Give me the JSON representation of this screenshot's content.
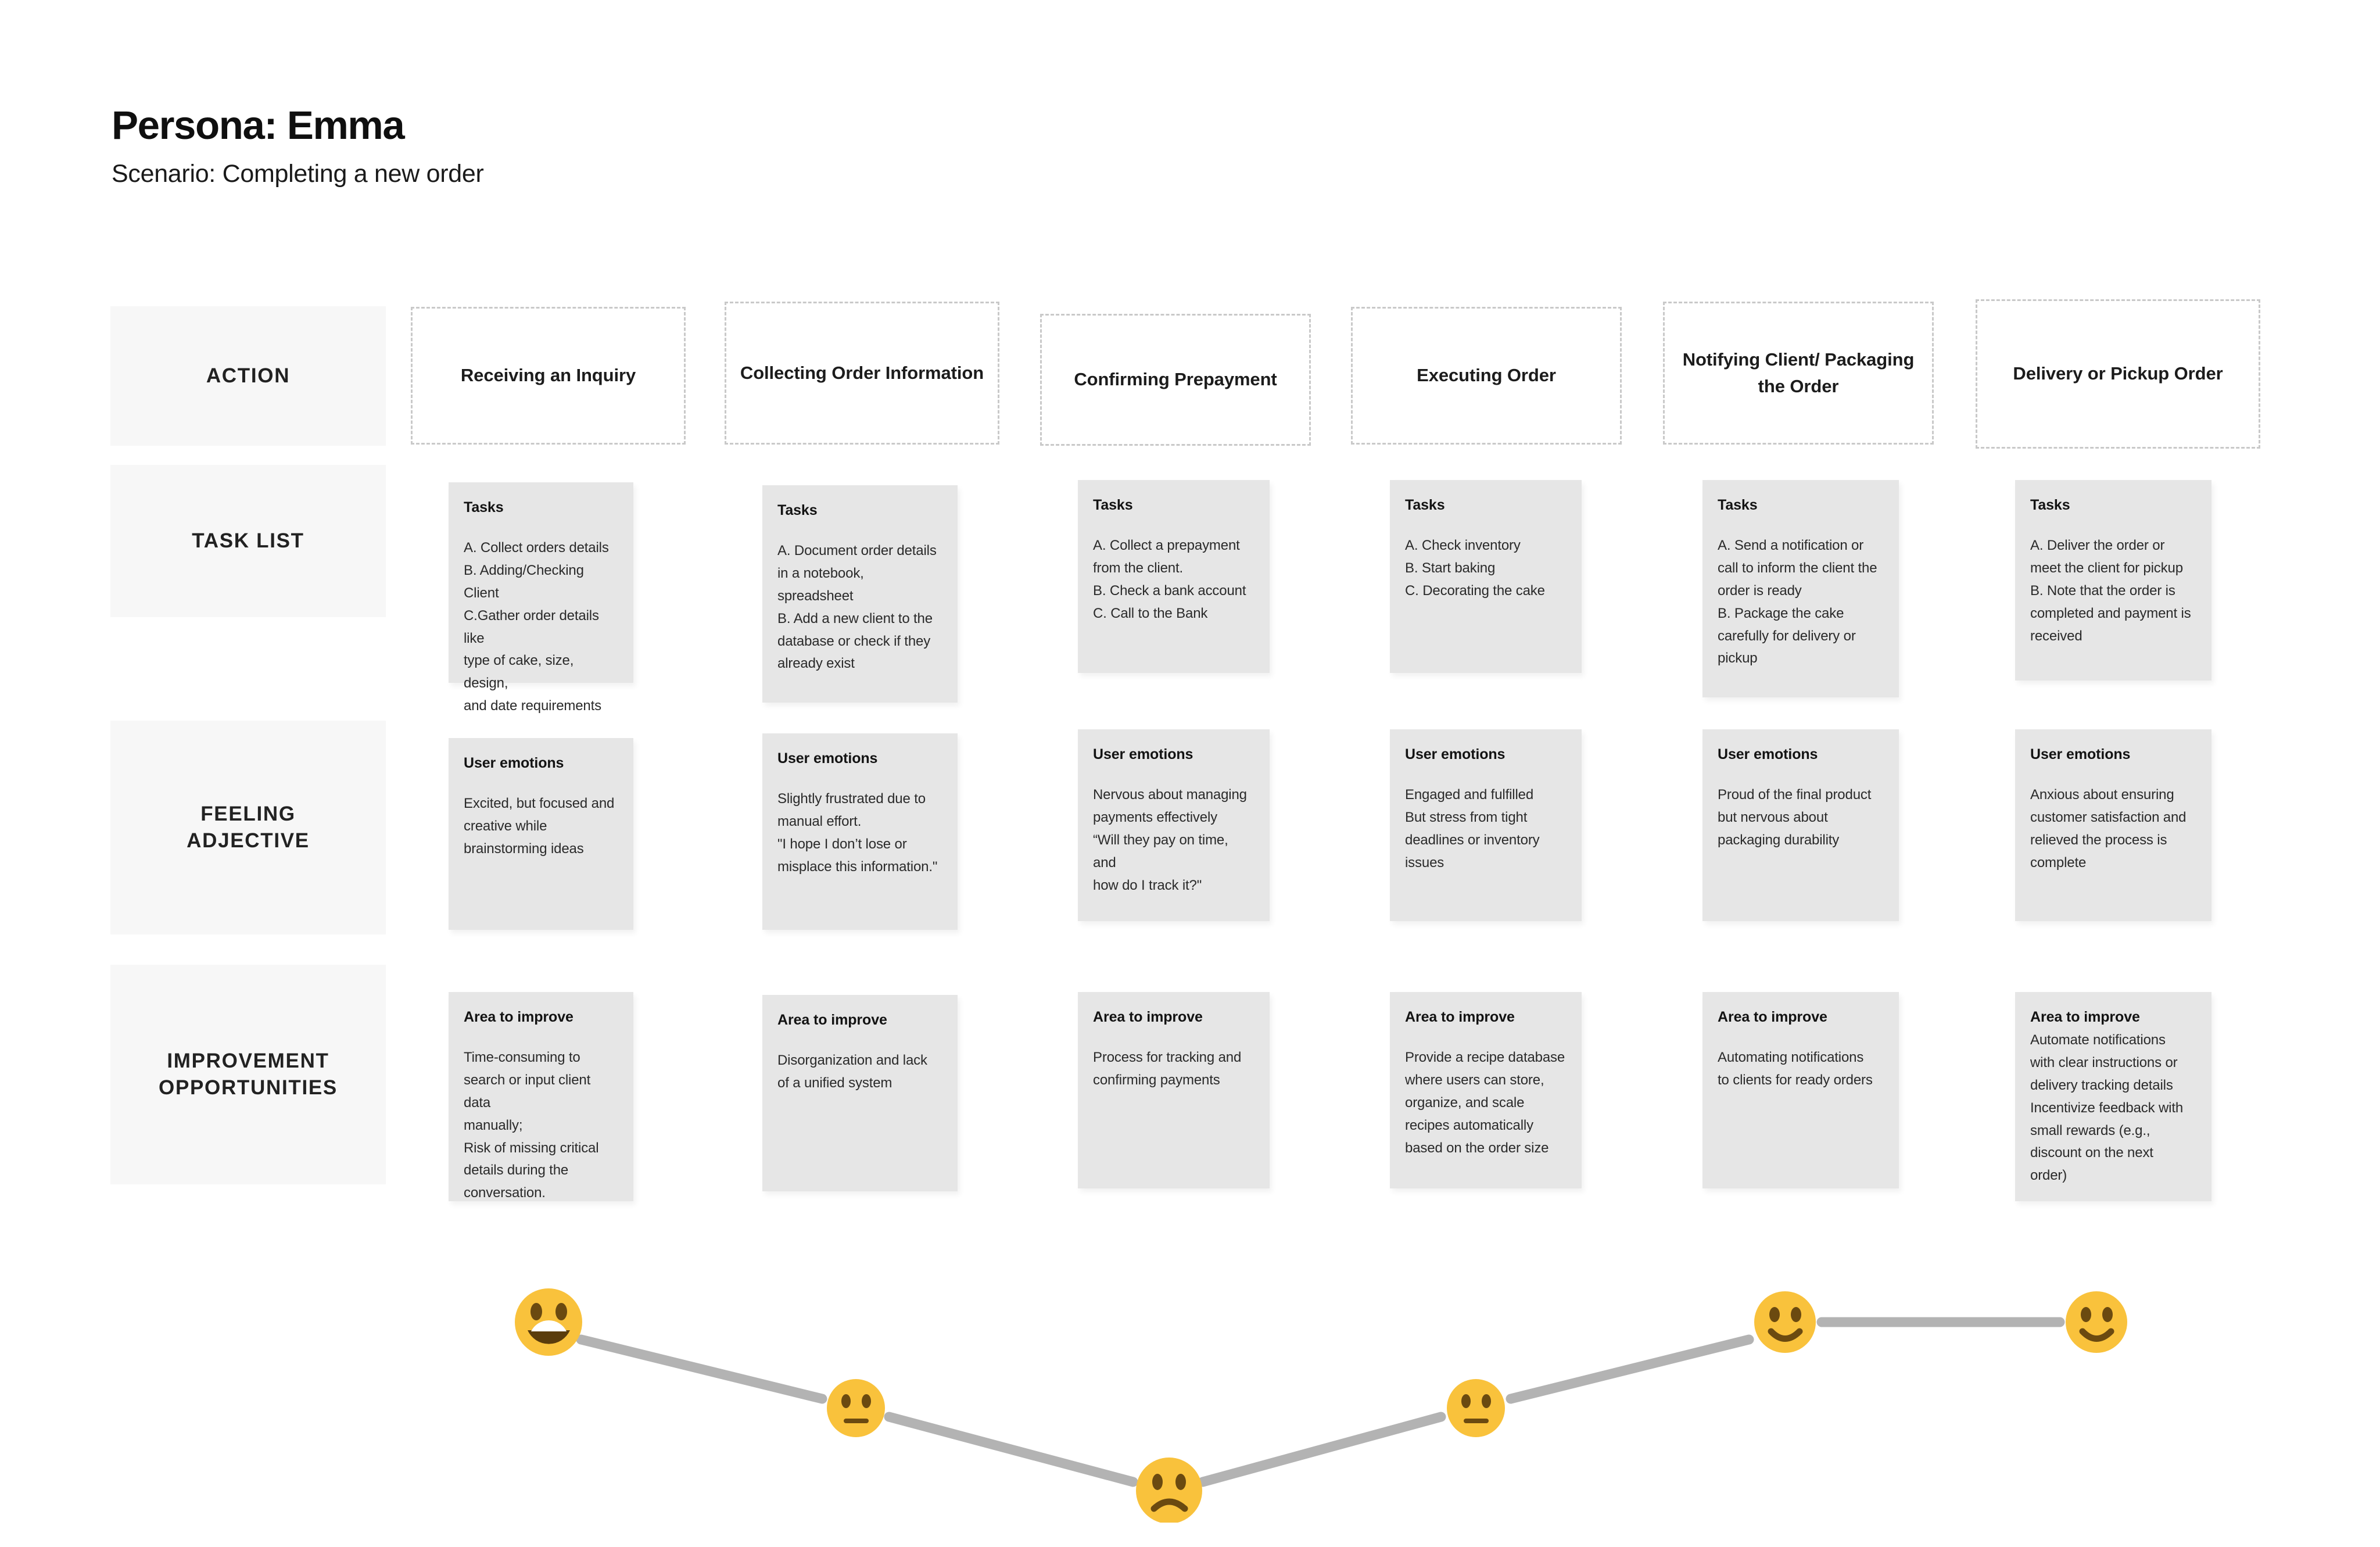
{
  "header": {
    "persona_title": "Persona: Emma",
    "scenario": "Scenario: Completing a new order"
  },
  "row_labels": {
    "action": "ACTION",
    "task_list": "TASK LIST",
    "feeling": "FEELING\nADJECTIVE",
    "improvement": "IMPROVEMENT\nOPPORTUNITIES"
  },
  "card_headings": {
    "tasks": "Tasks",
    "emotions": "User emotions",
    "improve": "Area to improve"
  },
  "colors": {
    "background": "#ffffff",
    "row_label_bg": "#f7f7f7",
    "note_bg": "#e6e6e6",
    "action_border": "#c9c9c9",
    "emoji_yellow": "#f9c23c",
    "emoji_face": "#6b4a10",
    "curve_line": "#b3b3b3"
  },
  "stages": [
    {
      "action": "Receiving an Inquiry",
      "tasks": "A. Collect orders details\nB. Adding/Checking Client\nC.Gather order details like\ntype of cake, size, design,\nand date requirements",
      "emotions": "Excited, but focused and\ncreative while\nbrainstorming ideas",
      "improve": "Time-consuming to\nsearch or input client data\nmanually;\nRisk of missing critical\ndetails during the\nconversation.",
      "emoji": "grinning"
    },
    {
      "action": "Collecting Order Information",
      "tasks": "A. Document order details\nin a notebook,\nspreadsheet\nB. Add a new client to the\ndatabase or check if they\nalready exist",
      "emotions": "Slightly frustrated due to\nmanual effort.\n\"I hope I don’t lose or\nmisplace this information.\"",
      "improve": "Disorganization and lack\nof a unified system",
      "emoji": "neutral"
    },
    {
      "action": "Confirming Prepayment",
      "tasks": "A. Collect a prepayment\nfrom the client.\nB. Check a bank account\nC. Call to the Bank",
      "emotions": "Nervous about managing\npayments effectively\n“Will they pay on time, and\nhow do I track it?\"",
      "improve": "Process for tracking and\nconfirming payments",
      "emoji": "frowning"
    },
    {
      "action": "Executing Order",
      "tasks": "A. Check inventory\nB. Start baking\nC. Decorating the cake",
      "emotions": "Engaged and fulfilled\nBut stress from tight\ndeadlines or inventory\nissues",
      "improve": "Provide a recipe database\nwhere users can store,\norganize, and scale\nrecipes automatically\nbased on the order size",
      "emoji": "neutral"
    },
    {
      "action": "Notifying Client/ Packaging the Order",
      "tasks": "A. Send a notification or\ncall to inform the client the\norder is ready\nB. Package the cake\ncarefully for delivery or\npickup",
      "emotions": "Proud of the final product\nbut nervous about\npackaging durability",
      "improve": "Automating notifications\nto clients for ready orders",
      "emoji": "smiling"
    },
    {
      "action": "Delivery or Pickup Order",
      "tasks": "A. Deliver the order or\nmeet the client for pickup\nB. Note that the order is\ncompleted and payment is\nreceived",
      "emotions": "Anxious about ensuring\ncustomer satisfaction and\nrelieved the process is\ncomplete",
      "improve": "Automate notifications\nwith clear instructions or\ndelivery tracking details\nIncentivize feedback with\nsmall rewards (e.g.,\ndiscount on the next\norder)",
      "emoji": "smiling"
    }
  ],
  "emotion_curve": {
    "points": [
      {
        "stage": "Receiving an Inquiry",
        "mood": "grinning",
        "level": 5
      },
      {
        "stage": "Collecting Order Information",
        "mood": "neutral",
        "level": 3
      },
      {
        "stage": "Confirming Prepayment",
        "mood": "frowning",
        "level": 1
      },
      {
        "stage": "Executing Order",
        "mood": "neutral",
        "level": 3
      },
      {
        "stage": "Notifying Client/ Packaging the Order",
        "mood": "smiling",
        "level": 4
      },
      {
        "stage": "Delivery or Pickup Order",
        "mood": "smiling",
        "level": 4
      }
    ]
  }
}
